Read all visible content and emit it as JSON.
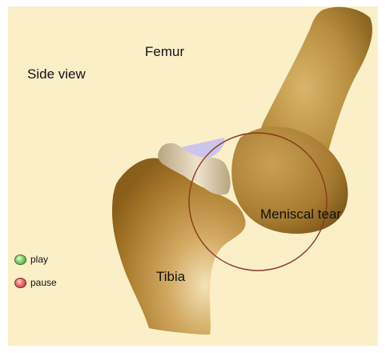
{
  "labels": {
    "side_view": "Side view",
    "femur": "Femur",
    "meniscal_tear": "Meniscal tear",
    "tibia": "Tibia"
  },
  "controls": {
    "play_label": "play",
    "play_icon": "green-circle-icon",
    "pause_label": "pause",
    "pause_icon": "red-circle-icon"
  },
  "colors": {
    "background": "#fbefc8",
    "femur": "#b98e3d",
    "tibia": "#a97a2c",
    "cartilage": "#c7b48e",
    "meniscus": "#c8c2f0",
    "highlight_ring": "#8a3a1a"
  }
}
